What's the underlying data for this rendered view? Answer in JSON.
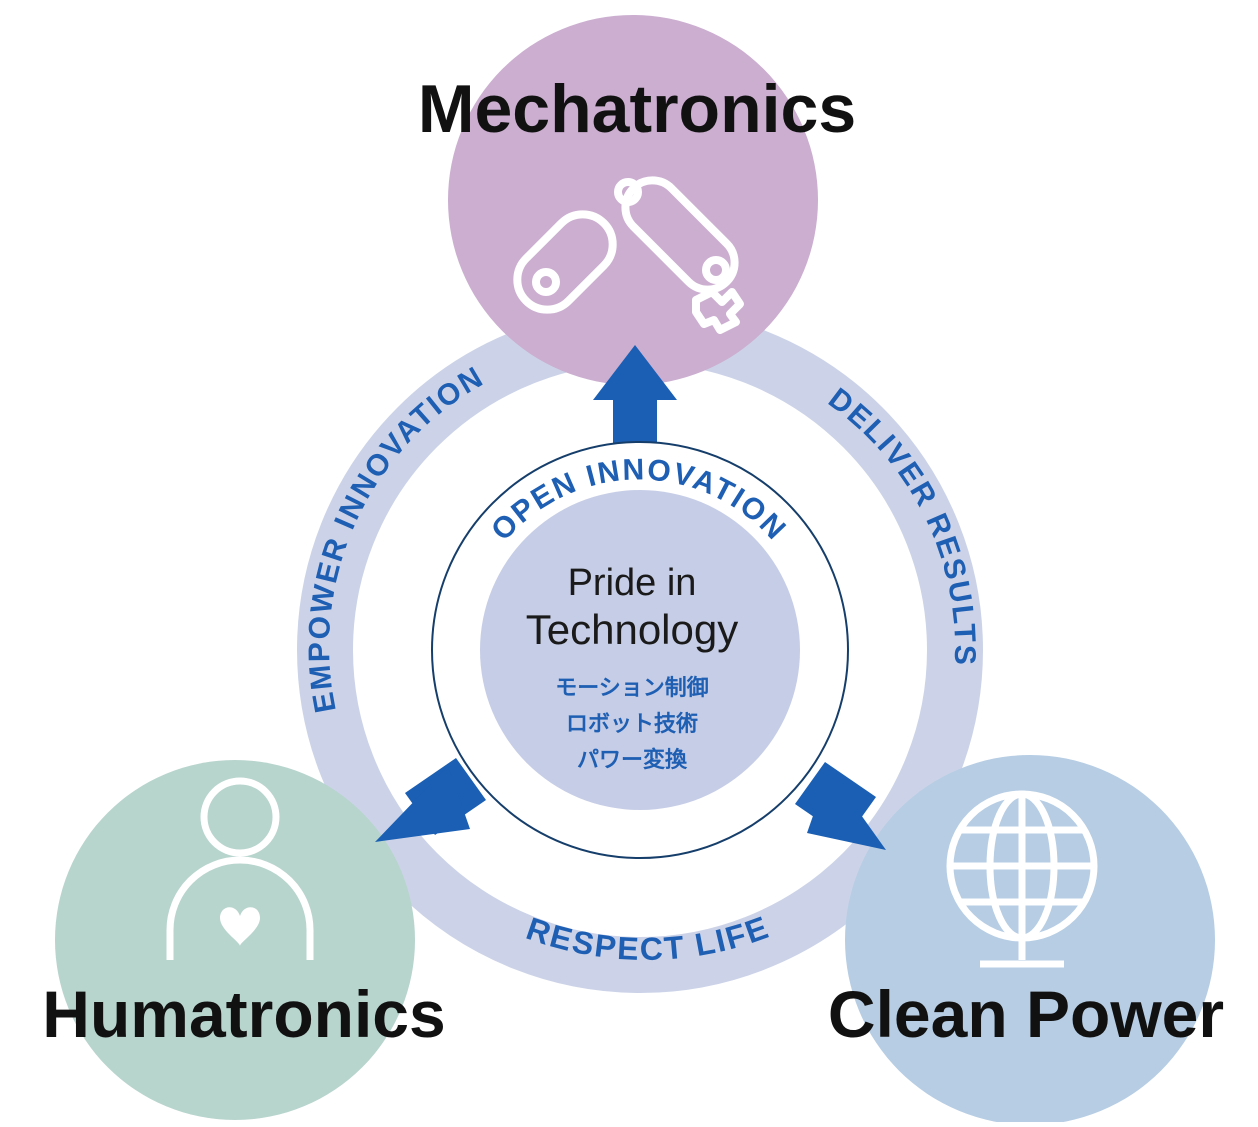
{
  "domains": {
    "top": {
      "title": "Mechatronics",
      "icon": "robot-arm-icon",
      "color": "#cbaed0"
    },
    "left": {
      "title": "Humatronics",
      "icon": "person-heart-icon",
      "color": "#b7d4cd"
    },
    "right": {
      "title": "Clean Power",
      "icon": "globe-icon",
      "color": "#b6cde4"
    }
  },
  "ring": {
    "color": "#ccd3e8",
    "labels": {
      "left": "EMPOWER INNOVATION",
      "right": "DELIVER RESULTS",
      "bottom": "RESPECT LIFE"
    }
  },
  "core": {
    "arc_label": "OPEN INNOVATION",
    "title_line1": "Pride in",
    "title_line2": "Technology",
    "jp_lines": [
      "モーション制御",
      "ロボット技術",
      "パワー変換"
    ],
    "fill": "#c6cde6",
    "accent": "#1f5fb3"
  },
  "arrow_color": "#1a5fb4"
}
